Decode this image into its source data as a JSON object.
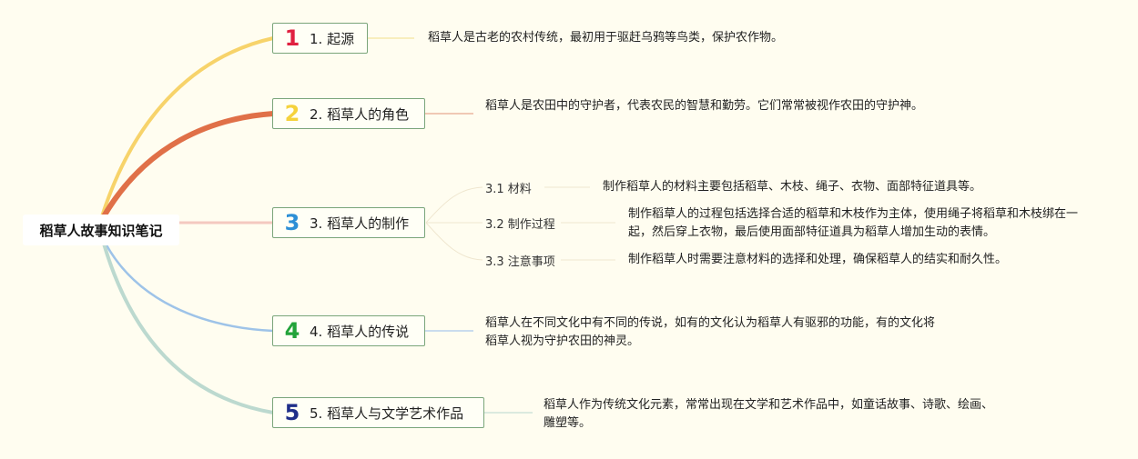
{
  "root": {
    "label": "稻草人故事知识笔记"
  },
  "topics": [
    {
      "number": "1",
      "label": "1. 起源",
      "color": "#e02040",
      "branch_color": "#f7d36a",
      "note": "稻草人是古老的农村传统，最初用于驱赶乌鸦等鸟类，保护农作物。"
    },
    {
      "number": "2",
      "label": "2. 稻草人的角色",
      "color": "#f5d23c",
      "branch_color": "#e07048",
      "note": "稻草人是农田中的守护者，代表农民的智慧和勤劳。它们常常被视作农田的守护神。"
    },
    {
      "number": "3",
      "label": "3. 稻草人的制作",
      "color": "#2d8fd6",
      "branch_color": "#f4c9c0",
      "subtopics": [
        {
          "label": "3.1 材料",
          "note": "制作稻草人的材料主要包括稻草、木枝、绳子、衣物、面部特征道具等。"
        },
        {
          "label": "3.2 制作过程",
          "note": "制作稻草人的过程包括选择合适的稻草和木枝作为主体，使用绳子将稻草和木枝绑在一起，然后穿上衣物，最后使用面部特征道具为稻草人增加生动的表情。"
        },
        {
          "label": "3.3 注意事项",
          "note": "制作稻草人时需要注意材料的选择和处理，确保稻草人的结实和耐久性。"
        }
      ]
    },
    {
      "number": "4",
      "label": "4. 稻草人的传说",
      "color": "#22a33a",
      "branch_color": "#9ec3e8",
      "note": "稻草人在不同文化中有不同的传说，如有的文化认为稻草人有驱邪的功能，有的文化将稻草人视为守护农田的神灵。"
    },
    {
      "number": "5",
      "label": "5. 稻草人与文学艺术作品",
      "color": "#1f2e8a",
      "branch_color": "#bcd9cf",
      "note": "稻草人作为传统文化元素，常常出现在文学和艺术作品中，如童话故事、诗歌、绘画、雕塑等。"
    }
  ]
}
